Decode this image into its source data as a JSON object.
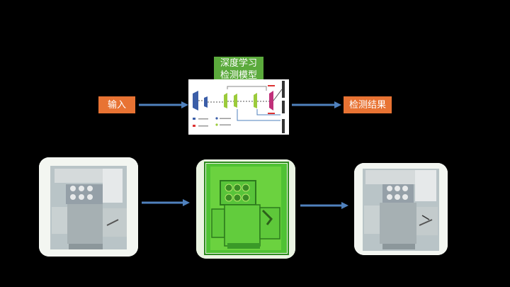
{
  "labels": {
    "input": "输入",
    "model_line1": "深度学习",
    "model_line2": "检测模型",
    "result": "检测结果"
  },
  "icons": {
    "input_image": "factory-part-photo-icon",
    "feature_map": "green-feature-map-icon",
    "result_image": "detected-part-photo-icon",
    "network_diagram": "neural-network-diagram-icon",
    "arrows": "arrow-right-icon"
  },
  "colors": {
    "background": "#000000",
    "label_orange": "#E87333",
    "label_green": "#5BAA3C",
    "arrow_blue": "#4F81BD"
  }
}
